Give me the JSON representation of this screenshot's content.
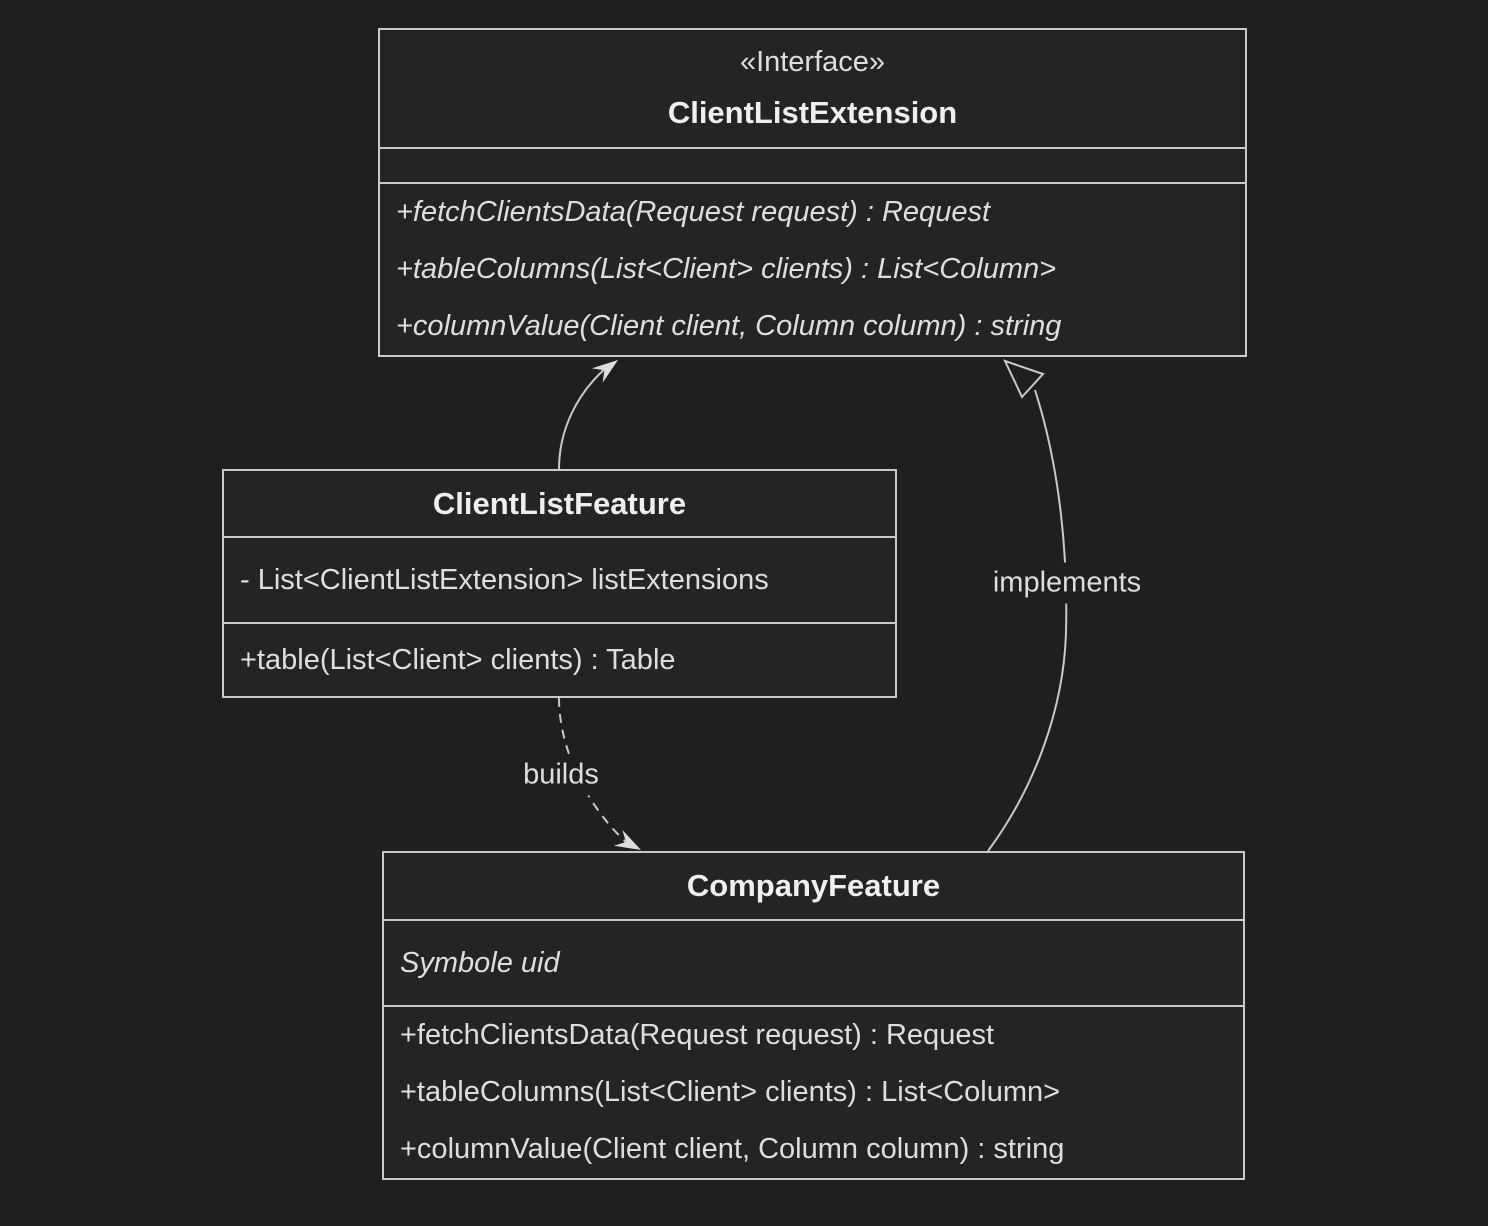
{
  "colors": {
    "background": "#1e1f1f",
    "box_fill": "#232424",
    "border": "#c9c9c9",
    "text": "#dedede",
    "title": "#efefef",
    "arrow": "#c9c9c9",
    "arrowhead_fill": "#dcdcdc"
  },
  "classes": [
    {
      "id": "ClientListExtension",
      "stereotype": "«Interface»",
      "name": "ClientListExtension",
      "attributes": [],
      "methods": [
        "+fetchClientsData(Request request) : Request",
        "+tableColumns(List<Client> clients) : List<Column>",
        "+columnValue(Client client, Column column) : string"
      ]
    },
    {
      "id": "ClientListFeature",
      "stereotype": "",
      "name": "ClientListFeature",
      "attributes": [
        "- List<ClientListExtension> listExtensions"
      ],
      "methods": [
        "+table(List<Client> clients) : Table"
      ]
    },
    {
      "id": "CompanyFeature",
      "stereotype": "",
      "name": "CompanyFeature",
      "attributes": [
        "Symbole uid"
      ],
      "methods": [
        "+fetchClientsData(Request request) : Request",
        "+tableColumns(List<Client> clients) : List<Column>",
        "+columnValue(Client client, Column column) : string"
      ]
    }
  ],
  "relationships": [
    {
      "from": "ClientListFeature",
      "to": "ClientListExtension",
      "line": "solid",
      "arrowhead": "filled-arrow",
      "label": ""
    },
    {
      "from": "ClientListFeature",
      "to": "CompanyFeature",
      "line": "dashed",
      "arrowhead": "filled-arrow",
      "label": "builds"
    },
    {
      "from": "CompanyFeature",
      "to": "ClientListExtension",
      "line": "solid",
      "arrowhead": "hollow-triangle",
      "label": "implements"
    }
  ]
}
